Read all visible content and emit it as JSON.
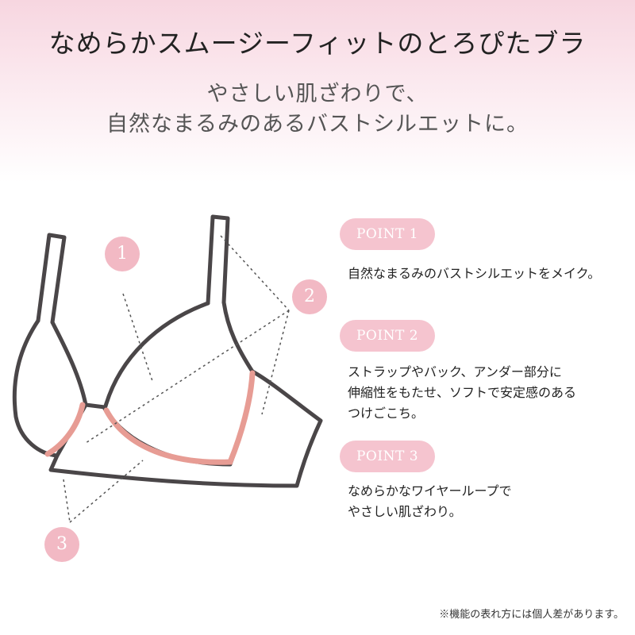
{
  "header": {
    "title": "なめらかスムージーフィットのとろぴたブラ",
    "subtitle_line1": "やさしい肌ざわりで、",
    "subtitle_line2": "自然なまるみのあるバストシルエットに。"
  },
  "diagram": {
    "callouts": [
      "1",
      "2",
      "3"
    ],
    "colors": {
      "outline": "#4a4648",
      "wire": "#e79c94",
      "callout": "#f2b9c4",
      "leader": "#555555"
    }
  },
  "points": [
    {
      "label": "POINT 1",
      "lines": [
        "自然なまるみのバストシルエットをメイク。"
      ]
    },
    {
      "label": "POINT 2",
      "lines": [
        "ストラップやバック、アンダー部分に",
        "伸縮性をもたせ、ソフトで安定感のある",
        "つけごこち。"
      ]
    },
    {
      "label": "POINT 3",
      "lines": [
        "なめらかなワイヤーループで",
        "やさしい肌ざわり。"
      ]
    }
  ],
  "footnote": "※機能の表れ方には個人差があります。",
  "colors": {
    "pill": "#f5c4cf",
    "gradient_top": "#f7d6e0"
  }
}
